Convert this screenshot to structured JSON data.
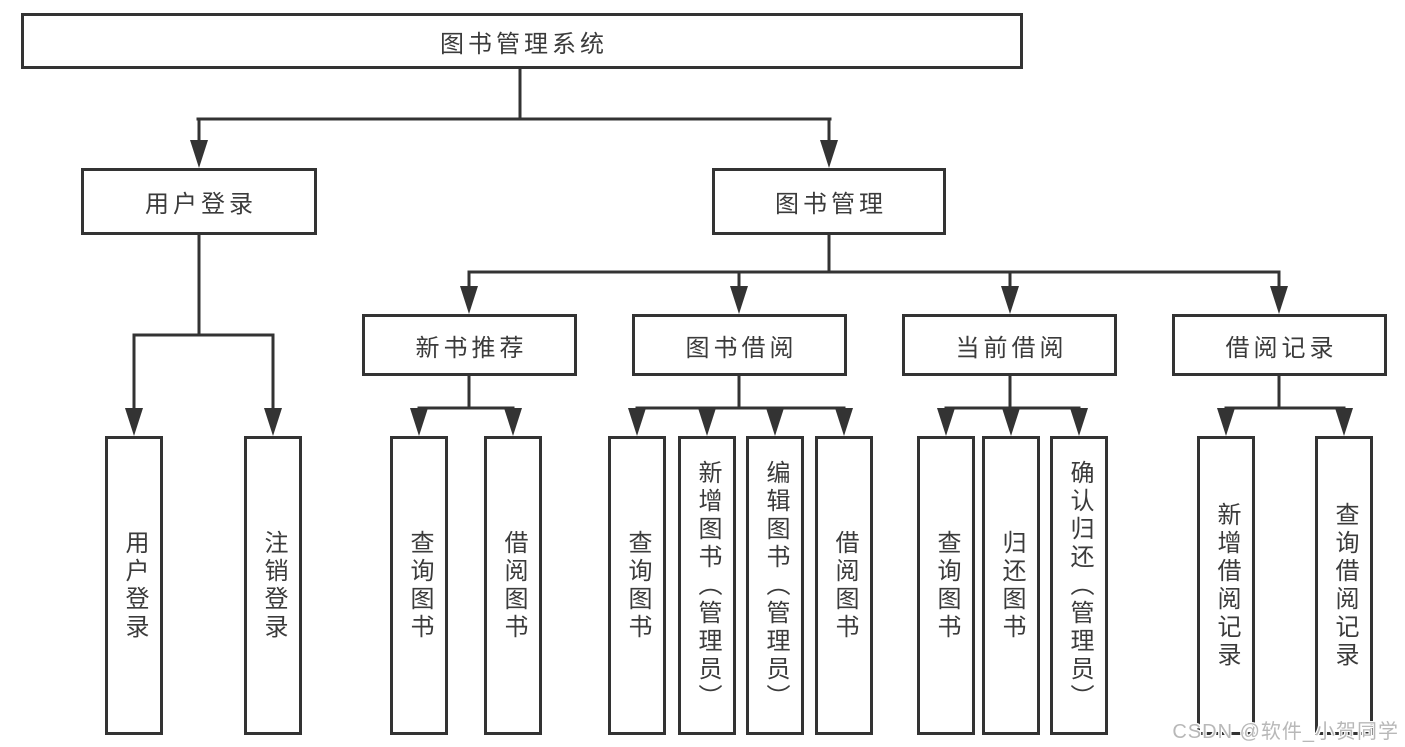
{
  "tree": {
    "label": "图书管理系统",
    "children": [
      {
        "label": "用户登录",
        "children": [
          {
            "label": "用户登录"
          },
          {
            "label": "注销登录"
          }
        ]
      },
      {
        "label": "图书管理",
        "children": [
          {
            "label": "新书推荐",
            "children": [
              {
                "label": "查询图书"
              },
              {
                "label": "借阅图书"
              }
            ]
          },
          {
            "label": "图书借阅",
            "children": [
              {
                "label": "查询图书"
              },
              {
                "label": "新增图书（管理员）"
              },
              {
                "label": "编辑图书（管理员）"
              },
              {
                "label": "借阅图书"
              }
            ]
          },
          {
            "label": "当前借阅",
            "children": [
              {
                "label": "查询图书"
              },
              {
                "label": "归还图书"
              },
              {
                "label": "确认归还（管理员）"
              }
            ]
          },
          {
            "label": "借阅记录",
            "children": [
              {
                "label": "新增借阅记录"
              },
              {
                "label": "查询借阅记录"
              }
            ]
          }
        ]
      }
    ]
  },
  "watermark": {
    "text": "CSDN @软件_小贺同学"
  },
  "colors": {
    "line": "#333333",
    "text": "#3b3b3b",
    "watermark": "#b8b8b8",
    "background": "#ffffff"
  }
}
